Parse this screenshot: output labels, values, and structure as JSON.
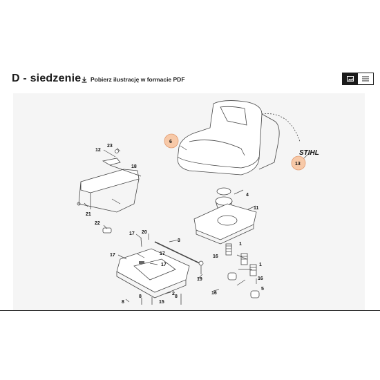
{
  "header": {
    "title": "D - siedzenie",
    "pdf_label": "Pobierz ilustrację w formacie PDF",
    "download_icon": "download-icon",
    "view_image_icon": "image-view-icon",
    "view_list_icon": "list-view-icon"
  },
  "diagram": {
    "brand_logo": "STIHL",
    "highlight_color": "#f7c9a8",
    "labels": {
      "l1a": "1",
      "l1b": "1",
      "l2": "2",
      "l3": "3",
      "l4": "4",
      "l5": "5",
      "l6": "6",
      "l8a": "8",
      "l8b": "8",
      "l8c": "8",
      "l11": "11",
      "l12": "12",
      "l13": "13",
      "l15": "15",
      "l16a": "16",
      "l16b": "16",
      "l16c": "16",
      "l17a": "17",
      "l17b": "17",
      "l17c": "17",
      "l17d": "17",
      "l18": "18",
      "l19": "19",
      "l20": "20",
      "l21": "21",
      "l22": "22",
      "l23": "23"
    }
  }
}
